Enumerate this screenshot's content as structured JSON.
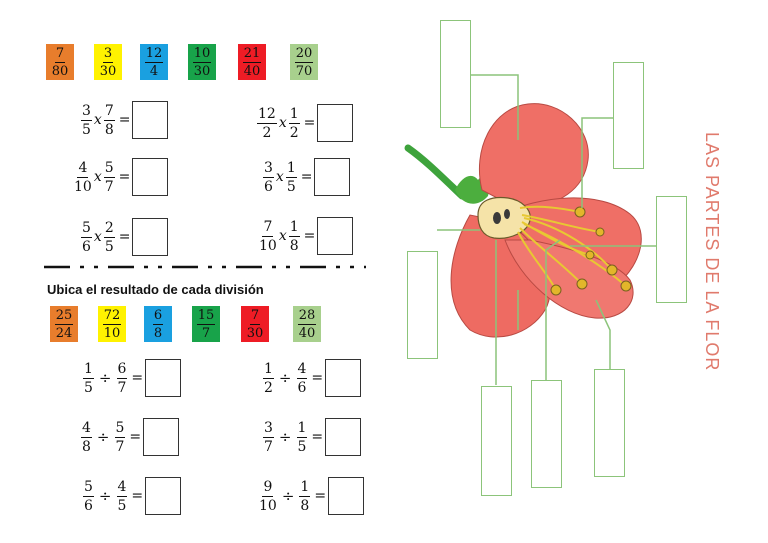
{
  "multiplication": {
    "answers": [
      {
        "num": "7",
        "den": "80",
        "color": "#e87d2c"
      },
      {
        "num": "3",
        "den": "30",
        "color": "#fff200"
      },
      {
        "num": "12",
        "den": "4",
        "color": "#1aa0e0"
      },
      {
        "num": "10",
        "den": "30",
        "color": "#18a34a"
      },
      {
        "num": "21",
        "den": "40",
        "color": "#ee1c25"
      },
      {
        "num": "20",
        "den": "70",
        "color": "#a8d08d"
      }
    ],
    "exercises": [
      {
        "a_n": "3",
        "a_d": "5",
        "op": "x",
        "b_n": "7",
        "b_d": "8",
        "eq": "="
      },
      {
        "a_n": "12",
        "a_d": "2",
        "op": "x",
        "b_n": "1",
        "b_d": "2",
        "eq": "="
      },
      {
        "a_n": "4",
        "a_d": "10",
        "op": "x",
        "b_n": "5",
        "b_d": "7",
        "eq": "="
      },
      {
        "a_n": "3",
        "a_d": "6",
        "op": "x",
        "b_n": "1",
        "b_d": "5",
        "eq": "="
      },
      {
        "a_n": "5",
        "a_d": "6",
        "op": "x",
        "b_n": "2",
        "b_d": "5",
        "eq": "="
      },
      {
        "a_n": "7",
        "a_d": "10",
        "op": "x",
        "b_n": "1",
        "b_d": "8",
        "eq": "="
      }
    ]
  },
  "division": {
    "title": "Ubica el resultado de cada división",
    "answers": [
      {
        "num": "25",
        "den": "24",
        "color": "#e87d2c"
      },
      {
        "num": "72",
        "den": "10",
        "color": "#fff200"
      },
      {
        "num": "6",
        "den": "8",
        "color": "#1aa0e0"
      },
      {
        "num": "15",
        "den": "7",
        "color": "#18a34a"
      },
      {
        "num": "7",
        "den": "30",
        "color": "#ee1c25"
      },
      {
        "num": "28",
        "den": "40",
        "color": "#a8d08d"
      }
    ],
    "exercises": [
      {
        "a_n": "1",
        "a_d": "5",
        "op": "÷",
        "b_n": "6",
        "b_d": "7",
        "eq": "="
      },
      {
        "a_n": "1",
        "a_d": "2",
        "op": "÷",
        "b_n": "4",
        "b_d": "6",
        "eq": "="
      },
      {
        "a_n": "4",
        "a_d": "8",
        "op": "÷",
        "b_n": "5",
        "b_d": "7",
        "eq": "="
      },
      {
        "a_n": "3",
        "a_d": "7",
        "op": "÷",
        "b_n": "1",
        "b_d": "5",
        "eq": "="
      },
      {
        "a_n": "5",
        "a_d": "6",
        "op": "÷",
        "b_n": "4",
        "b_d": "5",
        "eq": "="
      },
      {
        "a_n": "9",
        "a_d": "10",
        "op": "÷",
        "b_n": "1",
        "b_d": "8",
        "eq": "="
      }
    ]
  },
  "flower": {
    "title": "LAS PARTES DE LA FLOR",
    "petal_color": "#ef6f66",
    "label_border_color": "#8cc47a"
  }
}
